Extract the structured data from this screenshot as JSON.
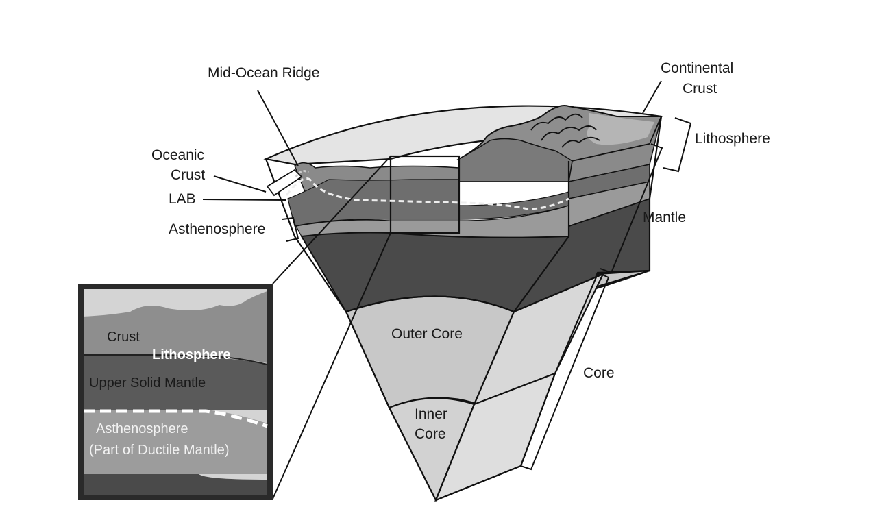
{
  "labels": {
    "mid_ocean_ridge": "Mid-Ocean Ridge",
    "continental_crust_line1": "Continental",
    "continental_crust_line2": "Crust",
    "oceanic_crust_line1": "Oceanic",
    "oceanic_crust_line2": "Crust",
    "lab": "LAB",
    "asthenosphere": "Asthenosphere",
    "lithosphere": "Lithosphere",
    "mantle": "Mantle",
    "core": "Core",
    "outer_core": "Outer Core",
    "inner_core_line1": "Inner",
    "inner_core_line2": "Core"
  },
  "inset": {
    "crust": "Crust",
    "lithosphere": "Lithosphere",
    "upper_solid_mantle": "Upper Solid Mantle",
    "asthenosphere": "Asthenosphere",
    "ductile_mantle_note": "(Part of Ductile Mantle)"
  },
  "colors": {
    "outline": "#111111",
    "surface_cap": "#e4e4e4",
    "crust_layer": "#8a8a8a",
    "lithosphere_mantle": "#6e6e6e",
    "asthenosphere_layer": "#9a9a9a",
    "lower_mantle": "#4a4a4a",
    "outer_core": "#c8c8c8",
    "inner_core": "#d2d2d2",
    "lab_dashed_line": "#eeeeee"
  }
}
